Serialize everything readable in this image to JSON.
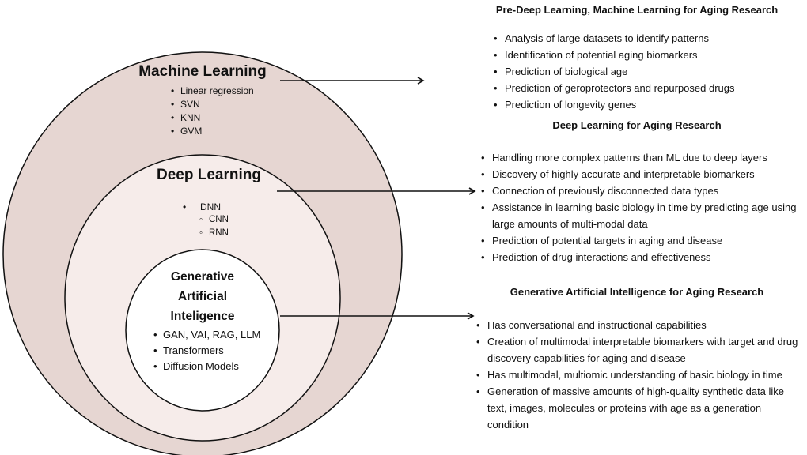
{
  "circles": {
    "ml": {
      "title": "Machine Learning",
      "items": [
        "Linear regression",
        "SVN",
        "KNN",
        "GVM"
      ],
      "fill": "#e6d6d2"
    },
    "dl": {
      "title": "Deep Learning",
      "items": [
        "DNN"
      ],
      "subitems": [
        "CNN",
        "RNN"
      ],
      "fill": "#f6ecea"
    },
    "genai": {
      "title_lines": [
        "Generative",
        "Artificial",
        "Inteligence"
      ],
      "items": [
        "GAN, VAI, RAG, LLM",
        "Transformers",
        "Diffusion Models"
      ],
      "fill": "#ffffff"
    }
  },
  "sections": [
    {
      "title": "Pre-Deep Learning, Machine Learning for Aging Research",
      "items": [
        "Analysis of  large datasets to identify patterns",
        "Identification of potential aging biomarkers",
        "Prediction of biological age",
        "Prediction of geroprotectors and repurposed drugs",
        "Prediction of longevity genes"
      ]
    },
    {
      "title": "Deep Learning for Aging Research",
      "items": [
        "Handling more complex patterns than ML due to deep layers",
        "Discovery of  highly accurate and interpretable biomarkers",
        "Connection of previously disconnected data types",
        "Assistance in learning basic biology in time by predicting age using large amounts of multi-modal data",
        "Prediction of potential targets in aging and disease",
        "Prediction of drug interactions and effectiveness"
      ]
    },
    {
      "title": "Generative Artificial Intelligence for Aging Research",
      "items": [
        "Has conversational and instructional capabilities",
        "Creation of multimodal interpretable biomarkers with target and drug discovery capabilities for aging and disease",
        "Has multimodal, multiomic understanding of basic biology in time",
        "Generation of massive amounts of high-quality synthetic data like text, images, molecules or proteins with age as a generation condition"
      ]
    }
  ]
}
